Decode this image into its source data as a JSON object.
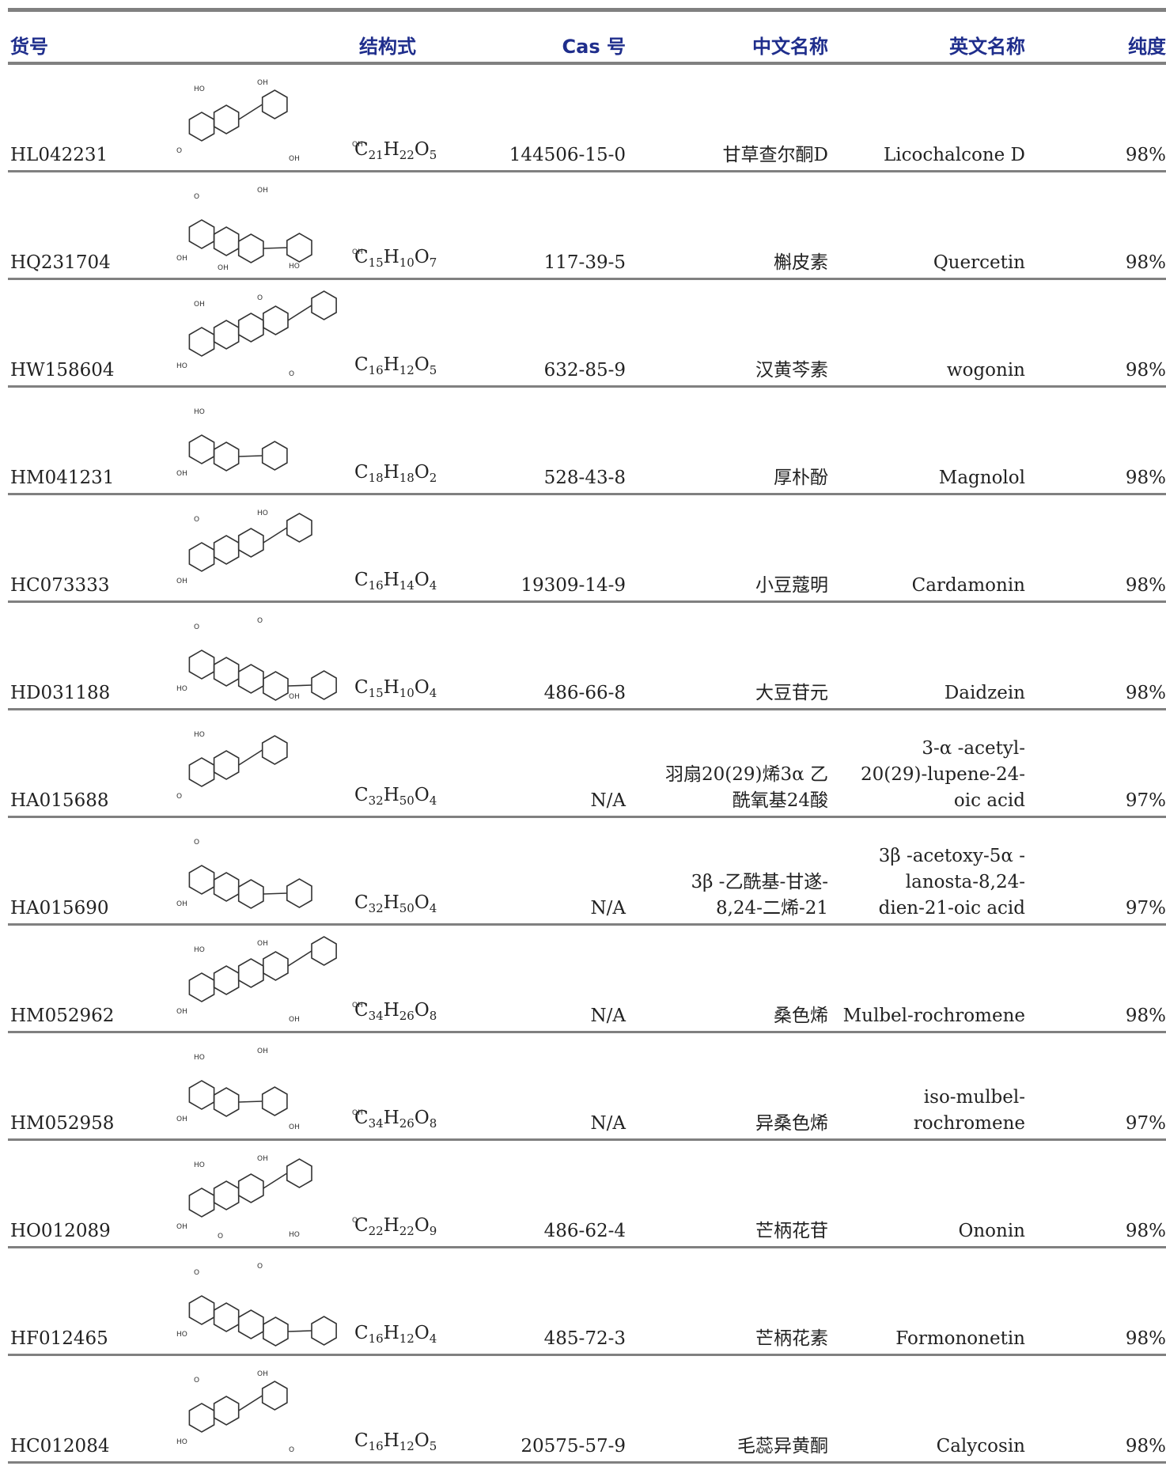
{
  "headers": {
    "id": "货号",
    "structure": "结构式",
    "cas": "Cas 号",
    "cn_name": "中文名称",
    "en_name": "英文名称",
    "purity": "纯度"
  },
  "rows": [
    {
      "id": "HL042231",
      "formula": [
        [
          "C",
          "21"
        ],
        [
          "H",
          "22"
        ],
        [
          "O",
          "5"
        ]
      ],
      "cas": "144506-15-0",
      "cn": "甘草查尔酮D",
      "en": "Licochalcone D",
      "purity": "98%",
      "structure_icon": "chalcone-structure",
      "structure_labels": [
        "O",
        "HO",
        "OH",
        "OH",
        "OH"
      ]
    },
    {
      "id": "HQ231704",
      "formula": [
        [
          "C",
          "15"
        ],
        [
          "H",
          "10"
        ],
        [
          "O",
          "7"
        ]
      ],
      "cas": "117-39-5",
      "cn": "槲皮素",
      "en": "Quercetin",
      "purity": "98%",
      "structure_icon": "flavonol-structure",
      "structure_labels": [
        "OH",
        "O",
        "OH",
        "HO",
        "OH",
        "OH"
      ]
    },
    {
      "id": "HW158604",
      "formula": [
        [
          "C",
          "16"
        ],
        [
          "H",
          "12"
        ],
        [
          "O",
          "5"
        ]
      ],
      "cas": "632-85-9",
      "cn": "汉黄芩素",
      "en": "wogonin",
      "purity": "98%",
      "structure_icon": "flavone-structure",
      "structure_labels": [
        "HO",
        "OH",
        "O",
        "O"
      ]
    },
    {
      "id": "HM041231",
      "formula": [
        [
          "C",
          "18"
        ],
        [
          "H",
          "18"
        ],
        [
          "O",
          "2"
        ]
      ],
      "cas": "528-43-8",
      "cn": "厚朴酚",
      "en": "Magnolol",
      "purity": "98%",
      "structure_icon": "biphenyl-structure",
      "structure_labels": [
        "OH",
        "HO"
      ]
    },
    {
      "id": "HC073333",
      "formula": [
        [
          "C",
          "16"
        ],
        [
          "H",
          "14"
        ],
        [
          "O",
          "4"
        ]
      ],
      "cas": "19309-14-9",
      "cn": "小豆蔻明",
      "en": "Cardamonin",
      "purity": "98%",
      "structure_icon": "chalcone-structure",
      "structure_labels": [
        "OH",
        "O",
        "HO"
      ]
    },
    {
      "id": "HD031188",
      "formula": [
        [
          "C",
          "15"
        ],
        [
          "H",
          "10"
        ],
        [
          "O",
          "4"
        ]
      ],
      "cas": "486-66-8",
      "cn": "大豆苷元",
      "en": "Daidzein",
      "purity": "98%",
      "structure_icon": "isoflavone-structure",
      "structure_labels": [
        "HO",
        "O",
        "O",
        "OH"
      ]
    },
    {
      "id": "HA015688",
      "formula": [
        [
          "C",
          "32"
        ],
        [
          "H",
          "50"
        ],
        [
          "O",
          "4"
        ]
      ],
      "cas": "N/A",
      "cn": "羽扇20(29)烯3α 乙\n酰氧基24酸",
      "en": "3-α -acetyl-\n20(29)-lupene-24-\noic acid",
      "purity": "97%",
      "structure_icon": "triterpene-structure",
      "structure_labels": [
        "O",
        "HO"
      ]
    },
    {
      "id": "HA015690",
      "formula": [
        [
          "C",
          "32"
        ],
        [
          "H",
          "50"
        ],
        [
          "O",
          "4"
        ]
      ],
      "cas": "N/A",
      "cn": "3β -乙酰基-甘遂-\n8,24-二烯-21",
      "en": "3β -acetoxy-5α -\nlanosta-8,24-\ndien-21-oic acid",
      "purity": "97%",
      "structure_icon": "triterpene-structure",
      "structure_labels": [
        "OH",
        "O"
      ]
    },
    {
      "id": "HM052962",
      "formula": [
        [
          "C",
          "34"
        ],
        [
          "H",
          "26"
        ],
        [
          "O",
          "8"
        ]
      ],
      "cas": "N/A",
      "cn": "桑色烯",
      "en": "Mulbel-rochromene",
      "purity": "98%",
      "structure_icon": "polycyclic-structure",
      "structure_labels": [
        "OH",
        "HO",
        "OH",
        "OH",
        "OH"
      ]
    },
    {
      "id": "HM052958",
      "formula": [
        [
          "C",
          "34"
        ],
        [
          "H",
          "26"
        ],
        [
          "O",
          "8"
        ]
      ],
      "cas": "N/A",
      "cn": "异桑色烯",
      "en": "iso-mulbel-\nrochromene",
      "purity": "97%",
      "structure_icon": "polycyclic-structure",
      "structure_labels": [
        "OH",
        "HO",
        "OH",
        "OH",
        "OH"
      ]
    },
    {
      "id": "HO012089",
      "formula": [
        [
          "C",
          "22"
        ],
        [
          "H",
          "22"
        ],
        [
          "O",
          "9"
        ]
      ],
      "cas": "486-62-4",
      "cn": "芒柄花苷",
      "en": "Ononin",
      "purity": "98%",
      "structure_icon": "glycoside-structure",
      "structure_labels": [
        "OH",
        "HO",
        "OH",
        "HO",
        "O",
        "O"
      ]
    },
    {
      "id": "HF012465",
      "formula": [
        [
          "C",
          "16"
        ],
        [
          "H",
          "12"
        ],
        [
          "O",
          "4"
        ]
      ],
      "cas": "485-72-3",
      "cn": "芒柄花素",
      "en": "Formononetin",
      "purity": "98%",
      "structure_icon": "isoflavone-structure",
      "structure_labels": [
        "HO",
        "O",
        "O"
      ]
    },
    {
      "id": "HC012084",
      "formula": [
        [
          "C",
          "16"
        ],
        [
          "H",
          "12"
        ],
        [
          "O",
          "5"
        ]
      ],
      "cas": "20575-57-9",
      "cn": "毛蕊异黄酮",
      "en": "Calycosin",
      "purity": "98%",
      "structure_icon": "isoflavone-structure",
      "structure_labels": [
        "HO",
        "O",
        "OH",
        "O"
      ]
    }
  ]
}
